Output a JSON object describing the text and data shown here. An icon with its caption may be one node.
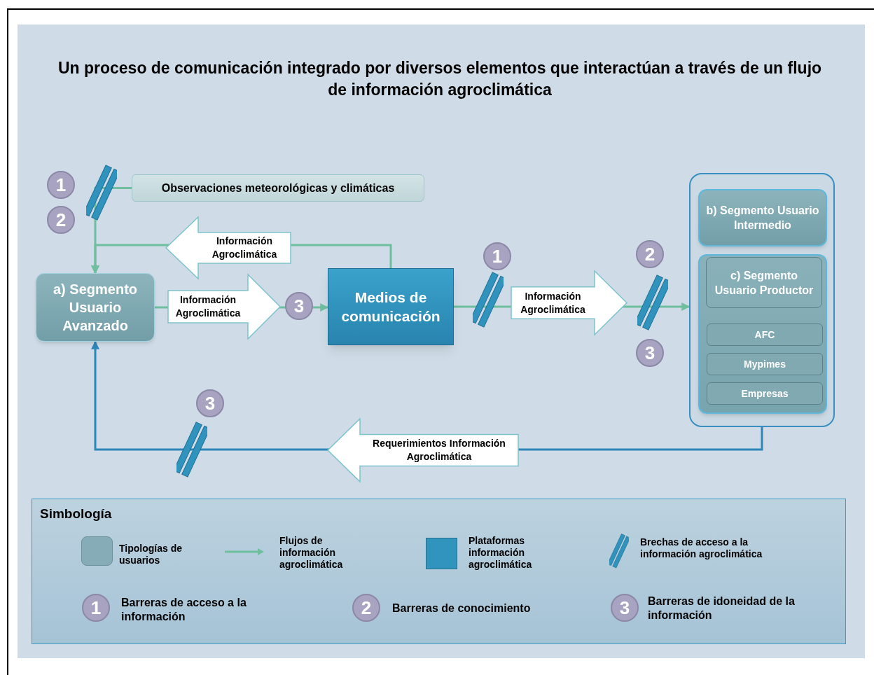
{
  "diagram": {
    "title": "Un proceso de comunicación integrado por diversos elementos que interactúan a través de un flujo de información agroclimática",
    "nodes": [
      {
        "text": [
          "Observaciones meteorológicas y climáticas"
        ]
      },
      {
        "text": [
          "a) Segmento Usuario Avanzado"
        ]
      },
      {
        "text": [
          "Medios de comunicación"
        ]
      },
      {
        "text": [],
        "shape": "box"
      },
      {
        "text": [
          "b) Segmento Usuario Intermedio"
        ],
        "in": 3
      },
      {
        "text": [],
        "shape": "box",
        "in": 3
      },
      {
        "text": [
          "c) Segmento Usuario Productor"
        ],
        "in": 5
      },
      {
        "text": [
          "AFC"
        ],
        "in": 5
      },
      {
        "text": [
          "Mypimes"
        ],
        "in": 5
      },
      {
        "text": [
          "Empresas"
        ],
        "in": 5
      }
    ],
    "edges": [
      {
        "from": 0,
        "to": 1,
        "arrow": "to"
      },
      {
        "from": 2,
        "to": 1,
        "arrow": "to",
        "label": "Información Agroclimática"
      },
      {
        "from": 1,
        "to": 2,
        "arrow": "to",
        "label": "Información Agroclimática"
      },
      {
        "from": 2,
        "to": 3,
        "arrow": "to",
        "label": "Información Agroclimática"
      },
      {
        "from": 3,
        "to": 1,
        "arrow": "to",
        "label": "Requerimientos Información Agroclimática",
        "color": "#2e86b8"
      }
    ],
    "labels": [
      "1",
      "2",
      "1",
      "2",
      "3",
      "3",
      "3",
      "Simbología",
      "1",
      "2",
      "3"
    ],
    "legend": [
      {
        "text": "Tipologías de usuarios",
        "color": "#86adb7"
      },
      {
        "text": "Flujos de información agroclimática"
      },
      {
        "text": "Plataformas información agroclimática",
        "color": "#3194bd"
      },
      {
        "text": "Brechas de acceso a la información agroclimática"
      },
      {
        "text": "Barreras de acceso a la información"
      },
      {
        "text": "Barreras de conocimiento"
      },
      {
        "text": "Barreras de idoneidad de la información"
      }
    ]
  }
}
